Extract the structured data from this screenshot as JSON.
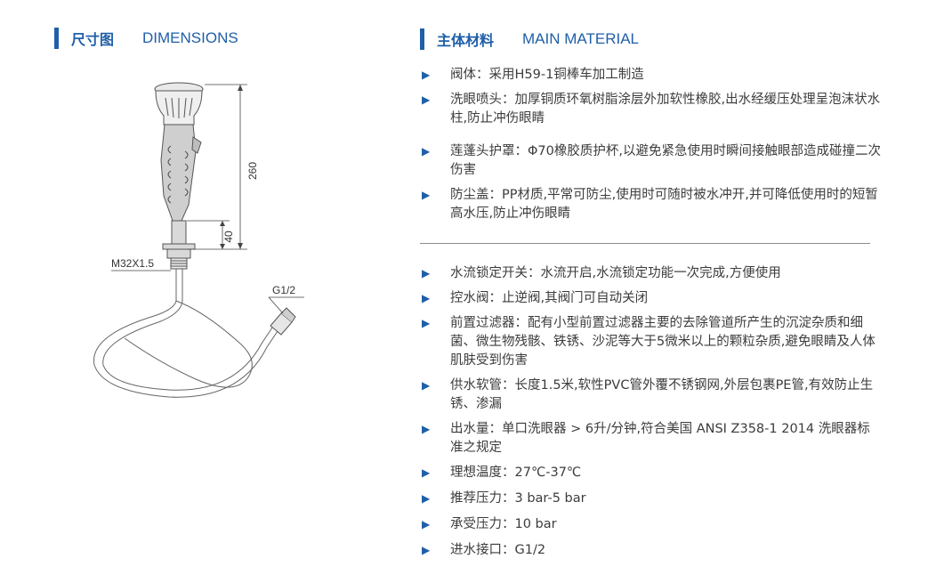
{
  "dimensions": {
    "heading_cn": "尺寸图",
    "heading_en": "DIMENSIONS",
    "labels": {
      "height": "260",
      "base": "40",
      "thread": "M32X1.5",
      "inlet": "G1/2"
    }
  },
  "material": {
    "heading_cn": "主体材料",
    "heading_en": "MAIN MATERIAL",
    "group1": [
      "阀体：采用H59-1铜棒车加工制造",
      "洗眼喷头：加厚铜质环氧树脂涂层外加软性橡胶,出水经缓压处理呈泡沫状水柱,防止冲伤眼睛",
      "莲蓬头护罩：Φ70橡胶质护杯,以避免紧急使用时瞬间接触眼部造成碰撞二次伤害",
      "防尘盖：PP材质,平常可防尘,使用时可随时被水冲开,并可降低使用时的短暂高水压,防止冲伤眼睛"
    ],
    "group2": [
      "水流锁定开关：水流开启,水流锁定功能一次完成,方便使用",
      "控水阀：止逆阀,其阀门可自动关闭",
      "前置过滤器：配有小型前置过滤器主要的去除管道所产生的沉淀杂质和细菌、微生物残骸、铁锈、沙泥等大于5微米以上的颗粒杂质,避免眼睛及人体肌肤受到伤害",
      "供水软管：长度1.5米,软性PVC管外覆不锈钢网,外层包裹PE管,有效防止生锈、渗漏",
      "出水量：单口洗眼器 > 6升/分钟,符合美国 ANSI Z358-1 2014 洗眼器标准之规定",
      "理想温度：27℃-37℃",
      "推荐压力：3 bar-5 bar",
      "承受压力：10 bar",
      "进水接口：G1/2"
    ]
  },
  "icons": {
    "bullet": "triangle-right-icon"
  },
  "colors": {
    "accent": "#1f5fa8",
    "text": "#3c3c3c"
  }
}
